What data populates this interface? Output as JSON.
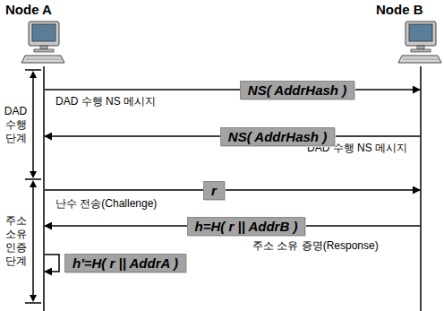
{
  "diagram": {
    "nodes": [
      {
        "text": [
          "Node A"
        ]
      },
      {
        "text": [
          "Node B"
        ]
      }
    ],
    "edges": [
      {
        "from": 0,
        "to": 1,
        "arrow": "to",
        "label": "NS( AddrHash )"
      },
      {
        "from": 1,
        "to": 0,
        "arrow": "to",
        "label": "NS( AddrHash )"
      },
      {
        "from": 0,
        "to": 1,
        "arrow": "to",
        "label": "r"
      },
      {
        "from": 1,
        "to": 0,
        "arrow": "to",
        "label": "h=H( r || AddrB )"
      },
      {
        "from": 0,
        "to": 0,
        "arrow": "to",
        "label": "h'=H( r || AddrA )"
      }
    ],
    "labels": [
      "DAD 수행 NS 메시지",
      "DAD 수행 NS 메시지",
      "난수 전송(Challenge)",
      "주소 소유 증명(Response)",
      "DAD 수행 단계",
      "주소 소유 인증 단계"
    ]
  }
}
